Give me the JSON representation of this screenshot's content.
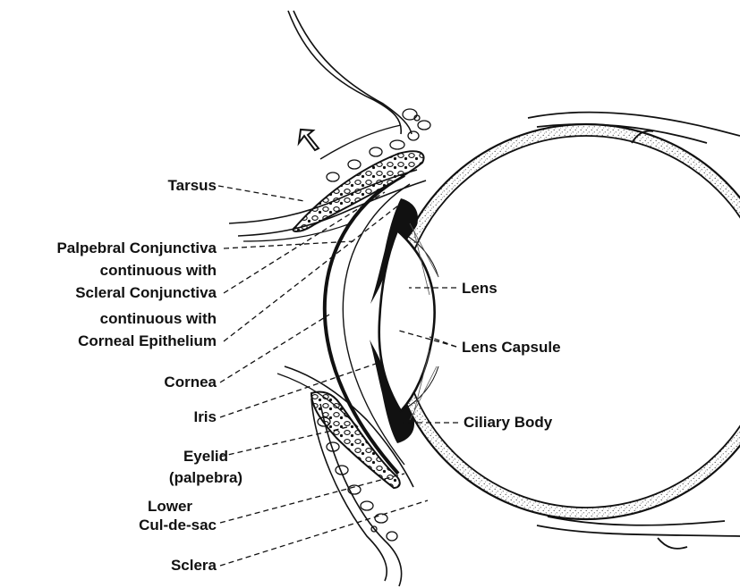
{
  "labels": {
    "tarsus": "Tarsus",
    "palpebral_1": "Palpebral Conjunctiva",
    "palpebral_2": "continuous with",
    "palpebral_3": "Scleral Conjunctiva",
    "palpebral_4": "continuous with",
    "palpebral_5": "Corneal Epithelium",
    "cornea": "Cornea",
    "iris": "Iris",
    "eyelid_1": "Eyelid",
    "eyelid_2": "(palpebra)",
    "lower_1": "Lower",
    "lower_2": "Cul-de-sac",
    "sclera": "Sclera",
    "lens": "Lens",
    "lens_capsule": "Lens Capsule",
    "ciliary_body": "Ciliary Body"
  },
  "colors": {
    "ink": "#111111",
    "stipple": "#888888",
    "background": "#ffffff"
  }
}
